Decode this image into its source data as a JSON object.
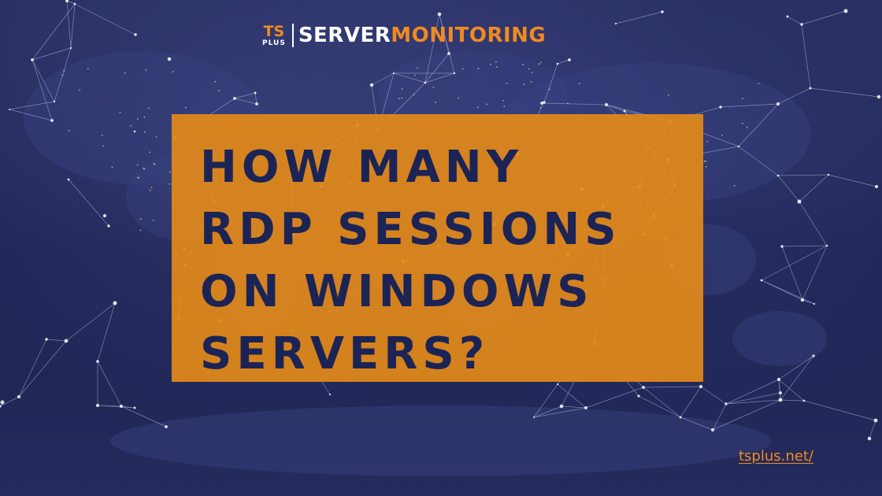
{
  "logo": {
    "ts": "TS",
    "plus": "PLUS",
    "server": "SERVER",
    "monitoring": "MONITORING"
  },
  "headline": {
    "lines": [
      "How many",
      "RDP sessions",
      "on Windows",
      "Servers?"
    ]
  },
  "footer": {
    "link": "tsplus.net/"
  },
  "colors": {
    "background": "#1c2150",
    "accent_orange": "#e2891a",
    "headline_navy": "#1c2456",
    "network_lines": "#c8ccf0"
  },
  "background_image": "world-map-network-icon"
}
